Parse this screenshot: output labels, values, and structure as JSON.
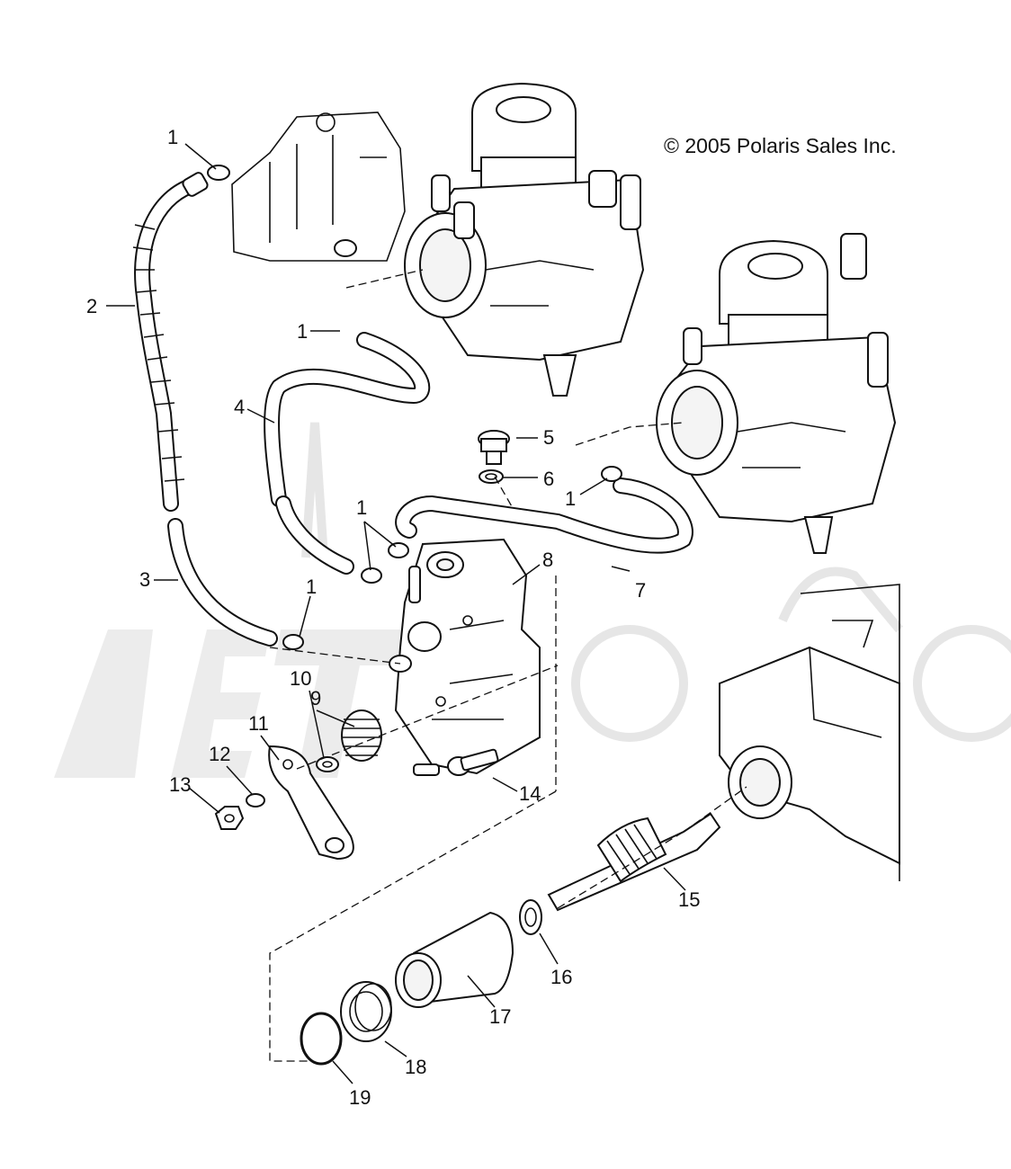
{
  "copyright": "© 2005 Polaris Sales Inc.",
  "callouts": [
    {
      "id": "c1a",
      "label": "1"
    },
    {
      "id": "c1b",
      "label": "1"
    },
    {
      "id": "c1c",
      "label": "1"
    },
    {
      "id": "c1d",
      "label": "1"
    },
    {
      "id": "c1e",
      "label": "1"
    },
    {
      "id": "c2",
      "label": "2"
    },
    {
      "id": "c3",
      "label": "3"
    },
    {
      "id": "c4",
      "label": "4"
    },
    {
      "id": "c5",
      "label": "5"
    },
    {
      "id": "c6",
      "label": "6"
    },
    {
      "id": "c7",
      "label": "7"
    },
    {
      "id": "c8",
      "label": "8"
    },
    {
      "id": "c9",
      "label": "9"
    },
    {
      "id": "c10",
      "label": "10"
    },
    {
      "id": "c11",
      "label": "11"
    },
    {
      "id": "c12",
      "label": "12"
    },
    {
      "id": "c13",
      "label": "13"
    },
    {
      "id": "c14",
      "label": "14"
    },
    {
      "id": "c15",
      "label": "15"
    },
    {
      "id": "c16",
      "label": "16"
    },
    {
      "id": "c17",
      "label": "17"
    },
    {
      "id": "c18",
      "label": "18"
    },
    {
      "id": "c19",
      "label": "19"
    }
  ]
}
